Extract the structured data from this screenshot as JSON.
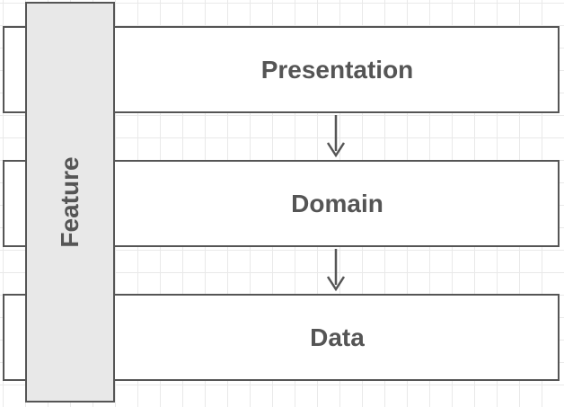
{
  "diagram": {
    "feature_label": "Feature",
    "layers": [
      {
        "label": "Presentation"
      },
      {
        "label": "Domain"
      },
      {
        "label": "Data"
      }
    ],
    "arrows": [
      {
        "from": "Presentation",
        "to": "Domain"
      },
      {
        "from": "Domain",
        "to": "Data"
      }
    ]
  }
}
